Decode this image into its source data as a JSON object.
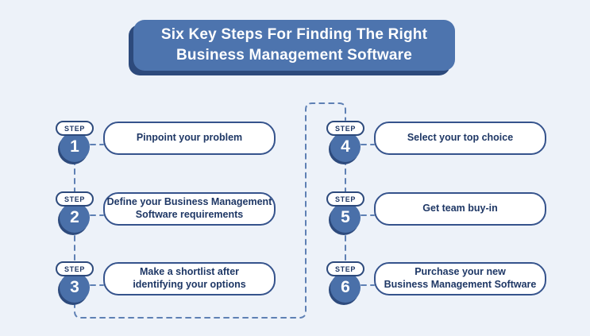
{
  "title": {
    "line1": "Six Key Steps For Finding The Right",
    "line2": "Business Management Software"
  },
  "steps": [
    {
      "badge": "STEP",
      "number": "1",
      "line1": "Pinpoint your problem",
      "line2": ""
    },
    {
      "badge": "STEP",
      "number": "2",
      "line1": "Define your Business Management",
      "line2": "Software requirements"
    },
    {
      "badge": "STEP",
      "number": "3",
      "line1": "Make a shortlist after",
      "line2": "identifying your options"
    },
    {
      "badge": "STEP",
      "number": "4",
      "line1": "Select your top choice",
      "line2": ""
    },
    {
      "badge": "STEP",
      "number": "5",
      "line1": "Get team buy-in",
      "line2": ""
    },
    {
      "badge": "STEP",
      "number": "6",
      "line1": "Purchase your new",
      "line2": "Business Management Software"
    }
  ],
  "colors": {
    "background": "#edf2f9",
    "banner_fill": "#4d74ae",
    "banner_shadow": "#2d4a7c",
    "circle_fill": "#4a70a9",
    "navy_border": "#2d4a7c",
    "box_border": "#35538c",
    "text_navy": "#1e3765",
    "dash": "#5e80b4",
    "white": "#ffffff"
  }
}
